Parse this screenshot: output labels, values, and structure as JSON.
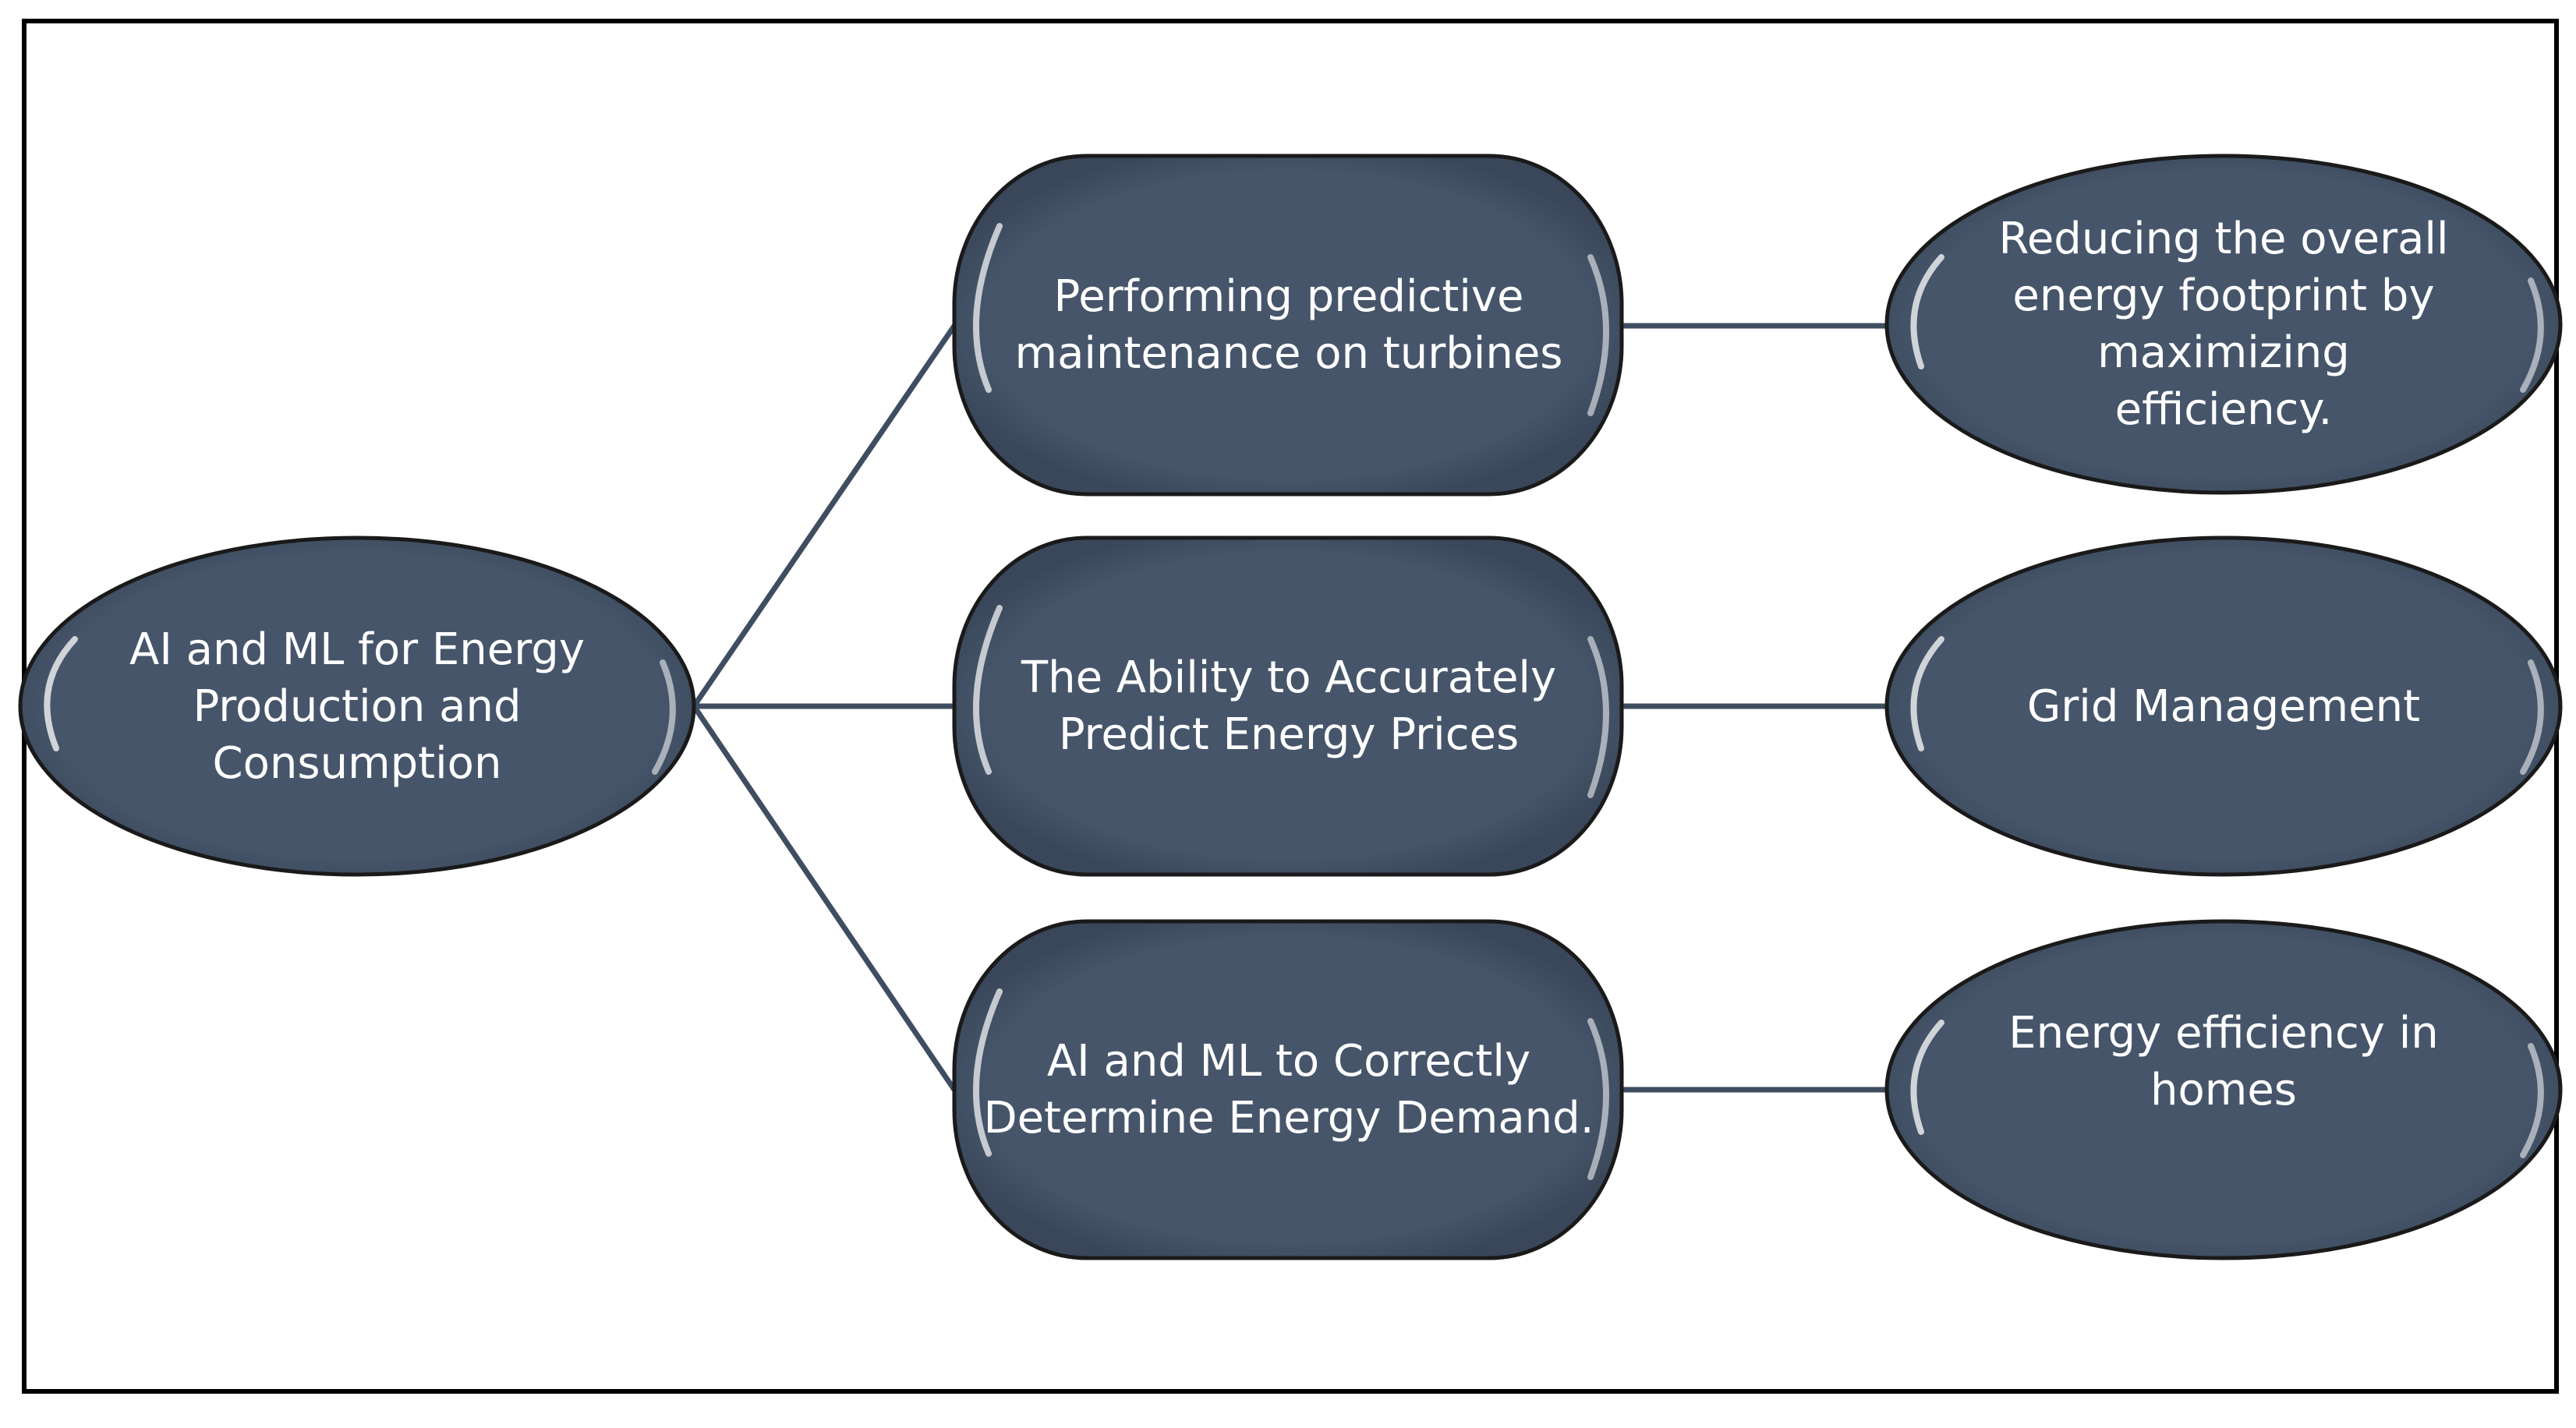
{
  "colors": {
    "node_fill": "#46556a",
    "node_outline": "#1a1a1a",
    "connector": "#3f4d61",
    "text": "#ffffff",
    "frame": "#000000"
  },
  "root": {
    "label": "AI and ML for Energy\nProduction and\nConsumption"
  },
  "middle": [
    {
      "label": "Performing predictive\nmaintenance on turbines"
    },
    {
      "label": "The Ability to Accurately\nPredict Energy Prices"
    },
    {
      "label": "AI and ML to Correctly\nDetermine Energy Demand."
    }
  ],
  "outcomes": [
    {
      "label": "Reducing the overall\nenergy footprint by\nmaximizing\nefficiency."
    },
    {
      "label": "Grid Management"
    },
    {
      "label": "Energy efficiency in\nhomes"
    }
  ]
}
